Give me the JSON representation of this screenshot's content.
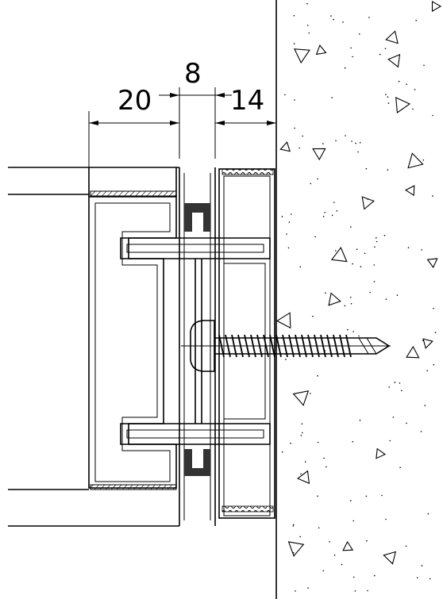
{
  "dimensions": {
    "left_label": "20",
    "middle_label": "8",
    "right_label": "14"
  },
  "colors": {
    "line": "#000000",
    "background": "#ffffff",
    "gasket": "#333333"
  }
}
